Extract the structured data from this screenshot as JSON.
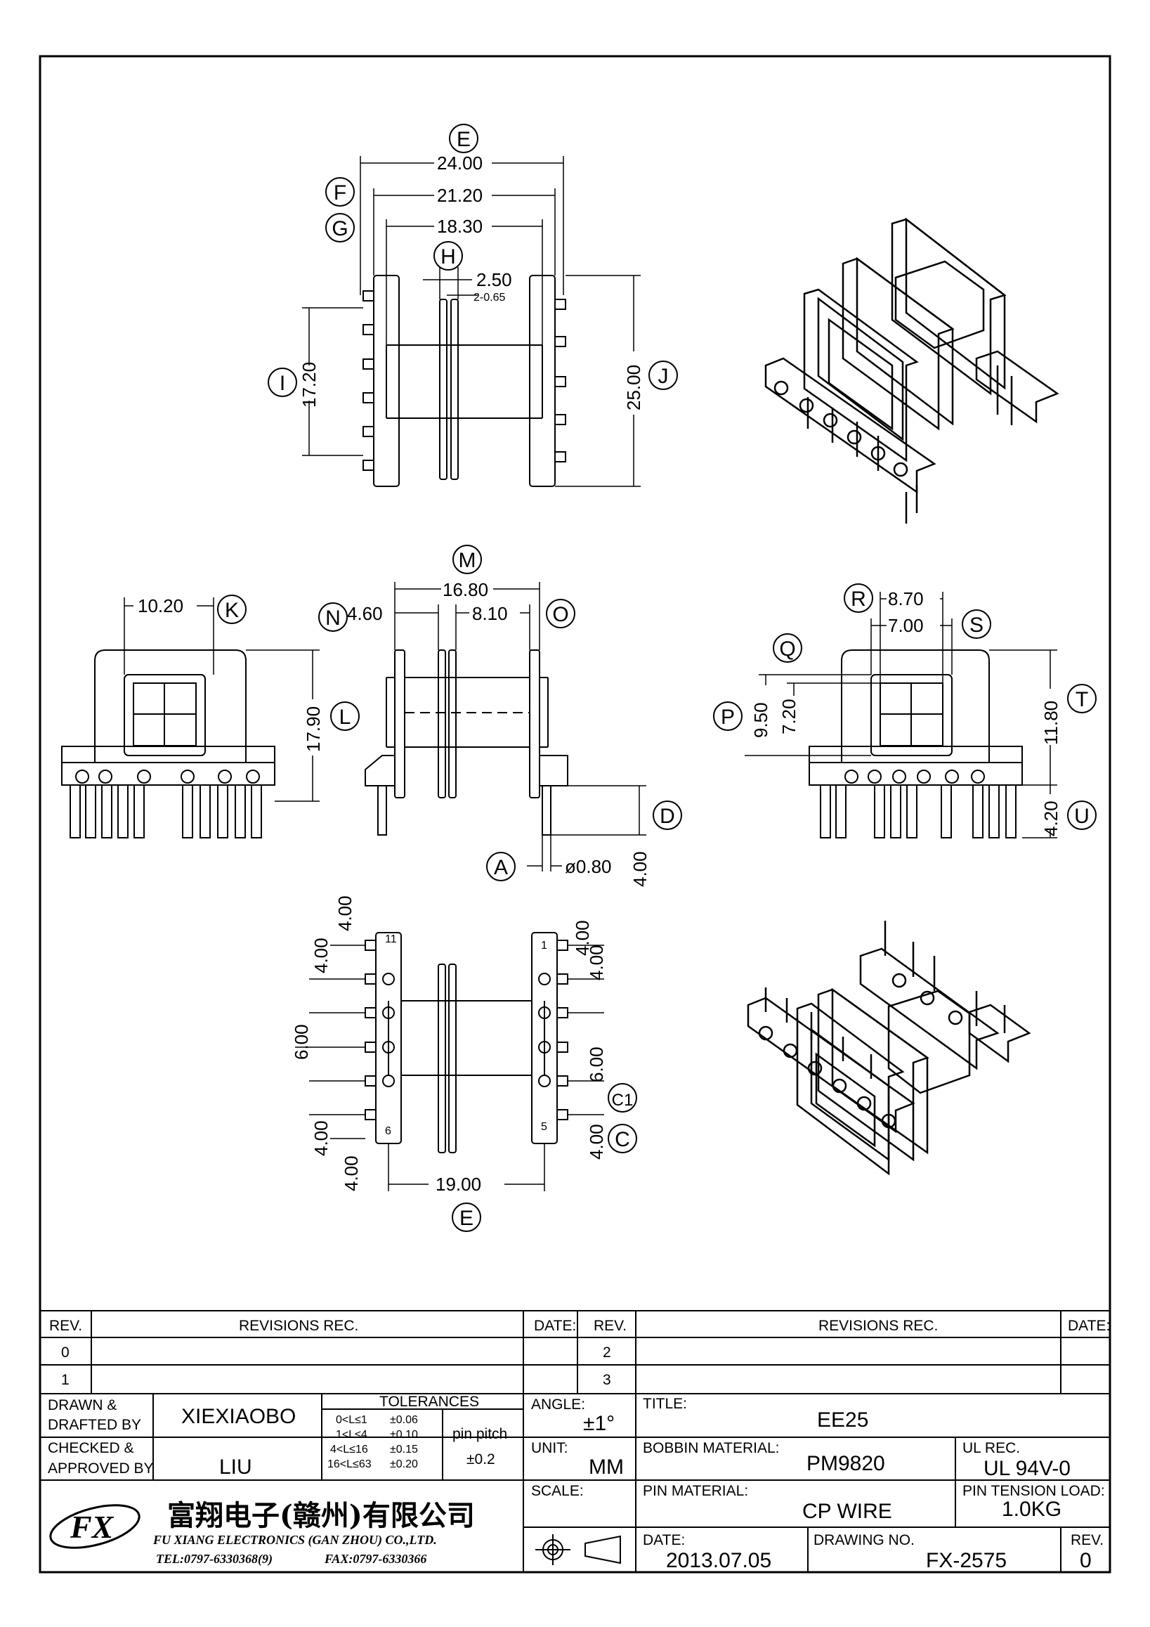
{
  "dimensions": {
    "top_view": {
      "width_overall": "24.00",
      "width_mid": "21.20",
      "width_inner": "18.30",
      "slot_width": "2.50",
      "slot_detail": "2-0.65",
      "height_outer": "25.00",
      "height_inner": "17.20"
    },
    "left_view": {
      "window_width": "10.20",
      "height": "17.90"
    },
    "front_view": {
      "flange_width": "4.60",
      "overall": "16.80",
      "section": "8.10",
      "pin_length": "4.00",
      "pin_diameter": "ø0.80"
    },
    "right_view": {
      "outer": "8.70",
      "inner": "7.00",
      "height_a": "9.50",
      "height_b": "7.20",
      "height_c": "11.80",
      "pin_len": "4.20"
    },
    "bottom_view": {
      "left_dims": [
        "4.00",
        "4.00",
        "6.00",
        "4.00",
        "4.00"
      ],
      "right_dims": [
        "4.00",
        "4.00",
        "6.00",
        "4.00"
      ],
      "width": "19.00",
      "pin_numbers": [
        "11",
        "6",
        "1",
        "5"
      ]
    }
  },
  "callouts": [
    "A",
    "C",
    "C1",
    "D",
    "E",
    "F",
    "G",
    "H",
    "I",
    "J",
    "K",
    "L",
    "M",
    "N",
    "O",
    "P",
    "Q",
    "R",
    "S",
    "T",
    "U",
    "E"
  ],
  "title_block": {
    "rev_header": "REV.",
    "revisions_header": "REVISIONS REC.",
    "date_header": "DATE:",
    "rev_rows_left": [
      "0",
      "1"
    ],
    "rev_rows_right": [
      "2",
      "3"
    ],
    "drawn_label": [
      "DRAWN &",
      "DRAFTED BY"
    ],
    "drawn_value": "XIEXIAOBO",
    "checked_label": [
      "CHECKED &",
      "APPROVED BY"
    ],
    "checked_value": "LIU",
    "tolerances_header": "TOLERANCES",
    "tolerances": [
      [
        "0<L≤1",
        "±0.06"
      ],
      [
        "1<L≤4",
        "±0.10"
      ],
      [
        "4<L≤16",
        "±0.15"
      ],
      [
        "16<L≤63",
        "±0.20"
      ]
    ],
    "pin_pitch_label": "pin pitch",
    "pin_pitch_value": "±0.2",
    "angle_label": "ANGLE:",
    "angle_value": "±1°",
    "unit_label": "UNIT:",
    "unit_value": "MM",
    "scale_label": "SCALE:",
    "title_label": "TITLE:",
    "title_value": "EE25",
    "bobbin_label": "BOBBIN MATERIAL:",
    "bobbin_value": "PM9820",
    "ul_label": "UL REC.",
    "ul_value": "UL 94V-0",
    "pin_material_label": "PIN MATERIAL:",
    "pin_material_value": "CP WIRE",
    "tension_label": "PIN TENSION LOAD:",
    "tension_value": "1.0KG",
    "date_label": "DATE:",
    "date_value": "2013.07.05",
    "drawing_no_label": "DRAWING NO.",
    "drawing_no_value": "FX-2575",
    "rev_label": "REV.",
    "rev_value": "0",
    "company_cn": "富翔电子(赣州)有限公司",
    "company_en": "FU XIANG ELECTRONICS (GAN ZHOU) CO.,LTD.",
    "tel": "TEL:0797-6330368(9)",
    "fax": "FAX:0797-6330366"
  }
}
